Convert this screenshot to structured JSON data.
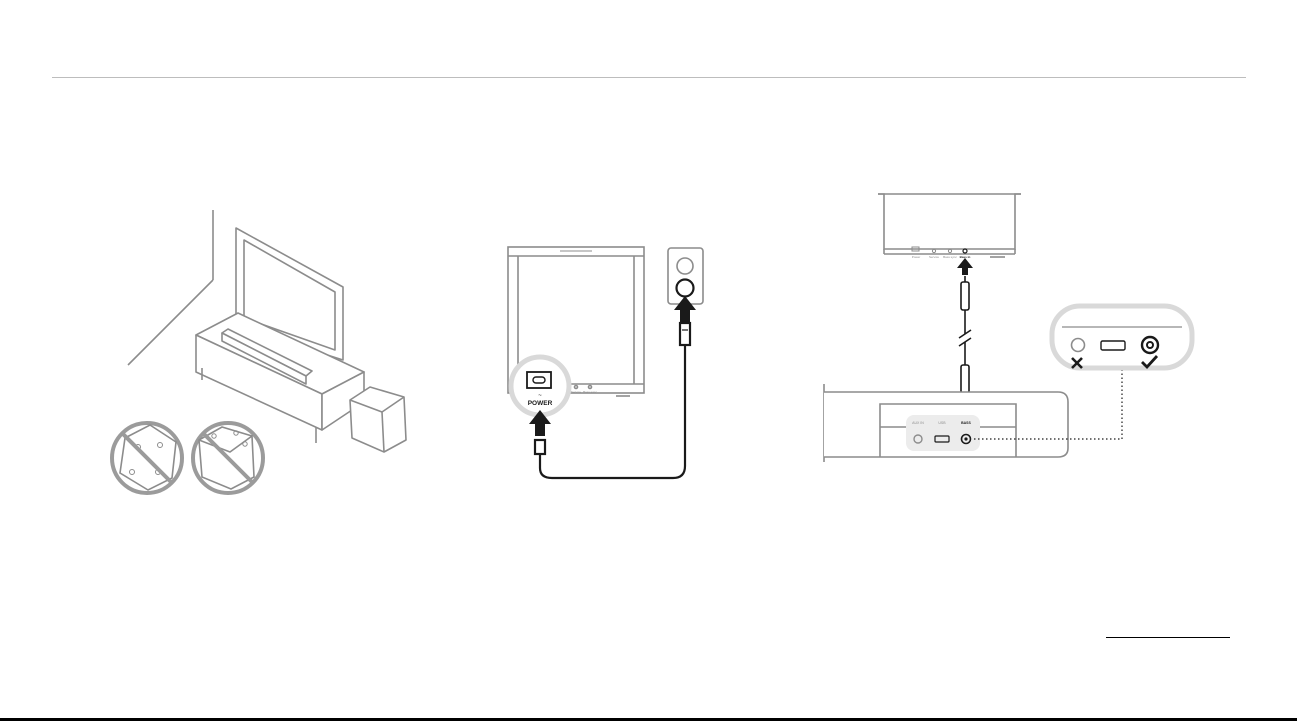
{
  "step2": {
    "port_label": "POWER",
    "small_labels": [
      "Service",
      "Bass sync"
    ]
  },
  "step3": {
    "sub_labels": [
      "Power",
      "Service",
      "Bass sync",
      "Bass in"
    ],
    "bar_labels": [
      "AUX IN",
      "USB",
      "BASS"
    ]
  },
  "colors": {
    "stroke": "#8c8c8c",
    "dark": "#1a1a1a",
    "rule": "#bdbdbd",
    "highlight": "#d9d9d9"
  }
}
